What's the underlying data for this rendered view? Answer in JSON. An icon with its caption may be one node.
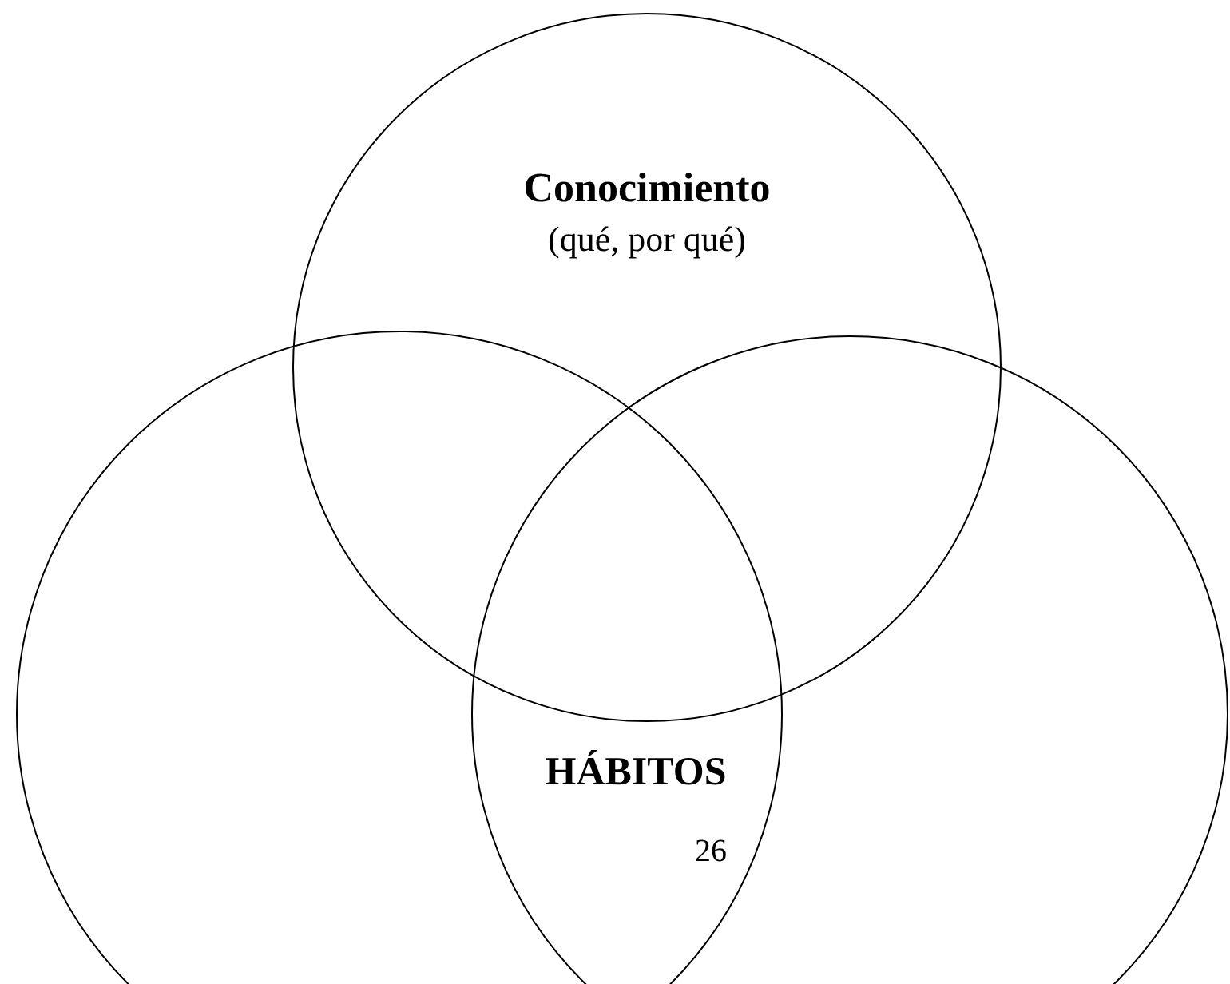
{
  "diagram": {
    "nodes": [
      {
        "text": [
          "Conocimiento",
          "(qué, por qué)"
        ]
      },
      {
        "text": [],
        "shape": "circle"
      },
      {
        "text": [],
        "shape": "circle"
      }
    ],
    "labels": [
      "HÁBITOS",
      "26"
    ]
  }
}
